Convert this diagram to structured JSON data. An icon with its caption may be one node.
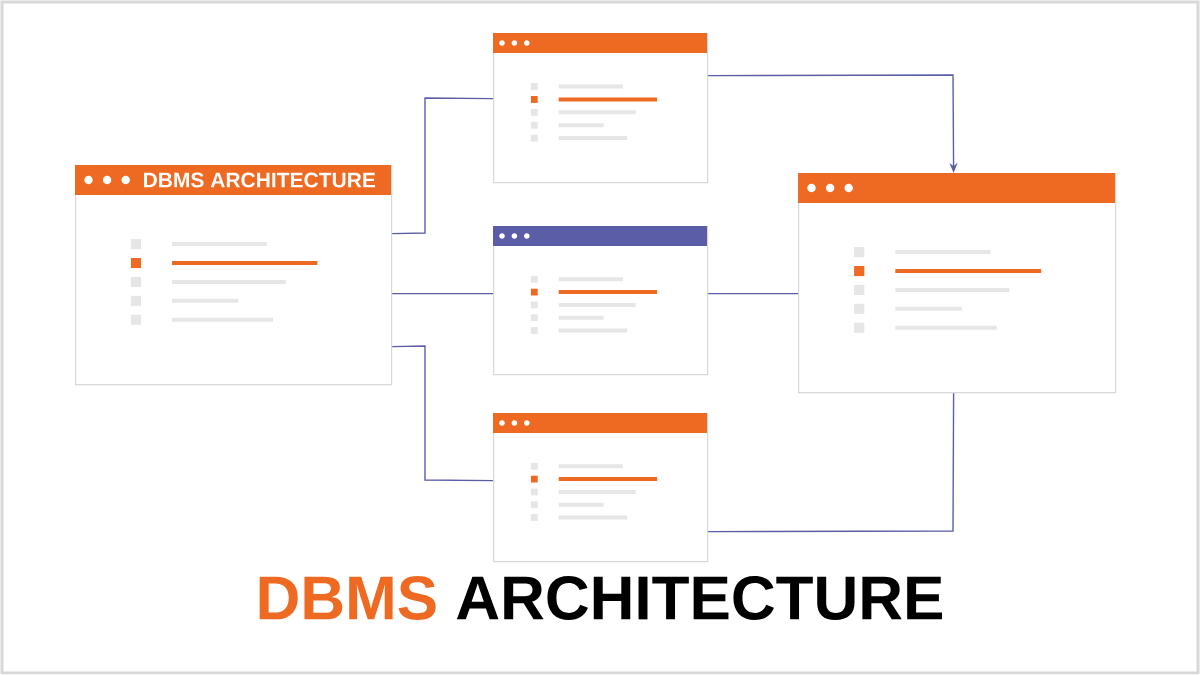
{
  "diagram": {
    "title": "**DBMS** ARCHITECTURE",
    "nodes": [
      {
        "text": [
          "DBMS ARCHITECTURE"
        ]
      },
      {
        "text": [],
        "shape": "box"
      },
      {
        "text": [],
        "shape": "box"
      },
      {
        "text": [],
        "shape": "box"
      },
      {
        "text": [],
        "shape": "box"
      }
    ],
    "edges": [
      {
        "from": 0,
        "to": 1,
        "arrow": "none"
      },
      {
        "from": 0,
        "to": 2,
        "arrow": "none"
      },
      {
        "from": 0,
        "to": 3,
        "arrow": "none"
      },
      {
        "from": 1,
        "to": 4,
        "arrow": "to"
      },
      {
        "from": 2,
        "to": 4,
        "arrow": "none"
      },
      {
        "from": 3,
        "to": 4,
        "arrow": "none"
      }
    ]
  }
}
